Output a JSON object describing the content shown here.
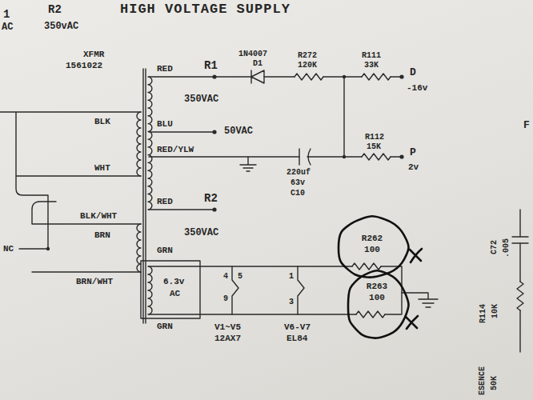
{
  "diagram": {
    "title": "HIGH VOLTAGE SUPPLY",
    "nodes": [
      {
        "text": [
          "R262",
          "100"
        ]
      },
      {
        "text": [
          "R263",
          "100"
        ]
      }
    ],
    "labels": [
      "1",
      "R2",
      "AC",
      "350vAC",
      "XFMR",
      "1561022",
      "RED",
      "R1",
      "350VAC",
      "1N4007",
      "D1",
      "R272",
      "120K",
      "R111",
      "33K",
      "D",
      "-16v",
      "BLK",
      "WHT",
      "BLU",
      "50VAC",
      "RED/YLW",
      "220uf",
      "63v",
      "C10",
      "R112",
      "15K",
      "P",
      "2v",
      "RED",
      "R2",
      "350VAC",
      "BLK/WHT",
      "BRN",
      "NC",
      "BRN/WHT",
      "GRN",
      "6.3v",
      "AC",
      "GRN",
      "4",
      "5",
      "9",
      "V1~V5",
      "12AX7",
      "1",
      "3",
      "V6-V7",
      "EL84",
      "F",
      "C72",
      ".005",
      "R114",
      "10K",
      "ESENCE",
      "50K"
    ]
  }
}
